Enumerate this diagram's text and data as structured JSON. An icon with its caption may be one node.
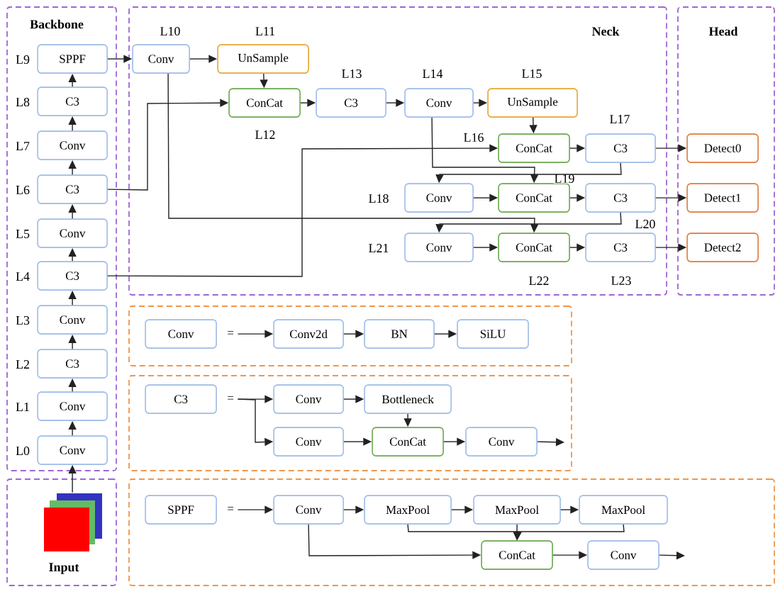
{
  "diagram": {
    "nodes": [
      {
        "text": [
          "Backbone"
        ]
      },
      {
        "text": [
          "SPPF"
        ],
        "in": 0,
        "beside": [
          "L9"
        ]
      },
      {
        "text": [
          "C3"
        ],
        "in": 0,
        "beside": [
          "L8"
        ]
      },
      {
        "text": [
          "Conv"
        ],
        "in": 0,
        "beside": [
          "L7"
        ]
      },
      {
        "text": [
          "C3"
        ],
        "in": 0,
        "beside": [
          "L6"
        ]
      },
      {
        "text": [
          "Conv"
        ],
        "in": 0,
        "beside": [
          "L5"
        ]
      },
      {
        "text": [
          "C3"
        ],
        "in": 0,
        "beside": [
          "L4"
        ]
      },
      {
        "text": [
          "Conv"
        ],
        "in": 0,
        "beside": [
          "L3"
        ]
      },
      {
        "text": [
          "C3"
        ],
        "in": 0,
        "beside": [
          "L2"
        ]
      },
      {
        "text": [
          "Conv"
        ],
        "in": 0,
        "beside": [
          "L1"
        ]
      },
      {
        "text": [
          "Conv"
        ],
        "in": 0,
        "beside": [
          "L0"
        ]
      },
      {
        "text": [
          "Neck"
        ]
      },
      {
        "text": [
          "Conv"
        ],
        "in": 11,
        "beside": [
          "L10"
        ]
      },
      {
        "text": [
          "UnSample"
        ],
        "in": 11,
        "beside": [
          "L11"
        ]
      },
      {
        "text": [
          "ConCat"
        ],
        "in": 11,
        "beside": [
          "L12"
        ]
      },
      {
        "text": [
          "C3"
        ],
        "in": 11,
        "beside": [
          "L13"
        ]
      },
      {
        "text": [
          "Conv"
        ],
        "in": 11,
        "beside": [
          "L14"
        ]
      },
      {
        "text": [
          "UnSample"
        ],
        "in": 11,
        "beside": [
          "L15"
        ]
      },
      {
        "text": [
          "ConCat"
        ],
        "in": 11,
        "beside": [
          "L16"
        ]
      },
      {
        "text": [
          "C3"
        ],
        "in": 11,
        "beside": [
          "L17"
        ]
      },
      {
        "text": [
          "Conv"
        ],
        "in": 11,
        "beside": [
          "L18"
        ]
      },
      {
        "text": [
          "ConCat"
        ],
        "in": 11,
        "beside": [
          "L19"
        ]
      },
      {
        "text": [
          "C3"
        ],
        "in": 11,
        "beside": [
          "L20"
        ]
      },
      {
        "text": [
          "Conv"
        ],
        "in": 11,
        "beside": [
          "L21"
        ]
      },
      {
        "text": [
          "ConCat"
        ],
        "in": 11,
        "beside": [
          "L22"
        ]
      },
      {
        "text": [
          "C3"
        ],
        "in": 11,
        "beside": [
          "L23"
        ]
      },
      {
        "text": [
          "Head"
        ]
      },
      {
        "text": [
          "Detect0"
        ],
        "in": 26
      },
      {
        "text": [
          "Detect1"
        ],
        "in": 26
      },
      {
        "text": [
          "Detect2"
        ],
        "in": 26
      },
      {
        "text": [],
        "shape": "box"
      },
      {
        "text": [
          "Conv"
        ],
        "in": 30
      },
      {
        "text": [
          "Conv2d"
        ],
        "in": 30
      },
      {
        "text": [
          "BN"
        ],
        "in": 30
      },
      {
        "text": [
          "SiLU"
        ],
        "in": 30
      },
      {
        "text": [],
        "shape": "box"
      },
      {
        "text": [
          "C3"
        ],
        "in": 35
      },
      {
        "text": [
          "Conv"
        ],
        "in": 35
      },
      {
        "text": [
          "Bottleneck"
        ],
        "in": 35
      },
      {
        "text": [
          "Conv"
        ],
        "in": 35
      },
      {
        "text": [
          "ConCat"
        ],
        "in": 35
      },
      {
        "text": [
          "Conv"
        ],
        "in": 35
      },
      {
        "text": [
          "Input"
        ]
      },
      {
        "text": [],
        "shape": "box",
        "in": 42
      },
      {
        "text": [],
        "shape": "box"
      },
      {
        "text": [
          "SPPF"
        ],
        "in": 44
      },
      {
        "text": [
          "Conv"
        ],
        "in": 44
      },
      {
        "text": [
          "MaxPool"
        ],
        "in": 44
      },
      {
        "text": [
          "MaxPool"
        ],
        "in": 44
      },
      {
        "text": [
          "MaxPool"
        ],
        "in": 44
      },
      {
        "text": [
          "ConCat"
        ],
        "in": 44
      },
      {
        "text": [
          "Conv"
        ],
        "in": 44
      },
      {
        "text": [
          "="
        ],
        "in": 30
      },
      {
        "text": [
          "="
        ],
        "in": 35
      },
      {
        "text": [
          "="
        ],
        "in": 44
      }
    ],
    "edges": [
      {
        "from": 43,
        "to": 10,
        "arrow": "to"
      },
      {
        "from": 10,
        "to": 9,
        "arrow": "to"
      },
      {
        "from": 9,
        "to": 8,
        "arrow": "to"
      },
      {
        "from": 8,
        "to": 7,
        "arrow": "to"
      },
      {
        "from": 7,
        "to": 6,
        "arrow": "to"
      },
      {
        "from": 6,
        "to": 5,
        "arrow": "to"
      },
      {
        "from": 5,
        "to": 4,
        "arrow": "to"
      },
      {
        "from": 4,
        "to": 3,
        "arrow": "to"
      },
      {
        "from": 3,
        "to": 2,
        "arrow": "to"
      },
      {
        "from": 2,
        "to": 1,
        "arrow": "to"
      },
      {
        "from": 1,
        "to": 12,
        "arrow": "to"
      },
      {
        "from": 12,
        "to": 13,
        "arrow": "to"
      },
      {
        "from": 13,
        "to": 14,
        "arrow": "to"
      },
      {
        "from": 4,
        "to": 14,
        "arrow": "to"
      },
      {
        "from": 14,
        "to": 15,
        "arrow": "to"
      },
      {
        "from": 15,
        "to": 16,
        "arrow": "to"
      },
      {
        "from": 16,
        "to": 17,
        "arrow": "to"
      },
      {
        "from": 17,
        "to": 18,
        "arrow": "to"
      },
      {
        "from": 6,
        "to": 18,
        "arrow": "to"
      },
      {
        "from": 18,
        "to": 19,
        "arrow": "to"
      },
      {
        "from": 19,
        "to": 27,
        "arrow": "to"
      },
      {
        "from": 19,
        "to": 20,
        "arrow": "to"
      },
      {
        "from": 16,
        "to": 21,
        "arrow": "to"
      },
      {
        "from": 20,
        "to": 21,
        "arrow": "to"
      },
      {
        "from": 21,
        "to": 22,
        "arrow": "to"
      },
      {
        "from": 22,
        "to": 28,
        "arrow": "to"
      },
      {
        "from": 22,
        "to": 23,
        "arrow": "to"
      },
      {
        "from": 12,
        "to": 24,
        "arrow": "to"
      },
      {
        "from": 23,
        "to": 24,
        "arrow": "to"
      },
      {
        "from": 24,
        "to": 25,
        "arrow": "to"
      },
      {
        "from": 25,
        "to": 29,
        "arrow": "to"
      },
      {
        "from": 52,
        "to": 32,
        "arrow": "to"
      },
      {
        "from": 32,
        "to": 33,
        "arrow": "to"
      },
      {
        "from": 33,
        "to": 34,
        "arrow": "to"
      },
      {
        "from": 53,
        "to": 37,
        "arrow": "to"
      },
      {
        "from": 53,
        "to": 39,
        "arrow": "to"
      },
      {
        "from": 37,
        "to": 38,
        "arrow": "to"
      },
      {
        "from": 38,
        "to": 40,
        "arrow": "to"
      },
      {
        "from": 39,
        "to": 40,
        "arrow": "to"
      },
      {
        "from": 40,
        "to": 41,
        "arrow": "to"
      },
      {
        "from": 41,
        "to": null,
        "arrow": "to"
      },
      {
        "from": 54,
        "to": 46,
        "arrow": "to"
      },
      {
        "from": 46,
        "to": 47,
        "arrow": "to"
      },
      {
        "from": 47,
        "to": 48,
        "arrow": "to"
      },
      {
        "from": 48,
        "to": 49,
        "arrow": "to"
      },
      {
        "from": 46,
        "to": 50,
        "arrow": "to"
      },
      {
        "from": 47,
        "to": 50,
        "arrow": "to"
      },
      {
        "from": 48,
        "to": 50,
        "arrow": "to"
      },
      {
        "from": 49,
        "to": 50,
        "arrow": "to"
      },
      {
        "from": 50,
        "to": 51,
        "arrow": "to"
      },
      {
        "from": 51,
        "to": null,
        "arrow": "to"
      }
    ]
  }
}
